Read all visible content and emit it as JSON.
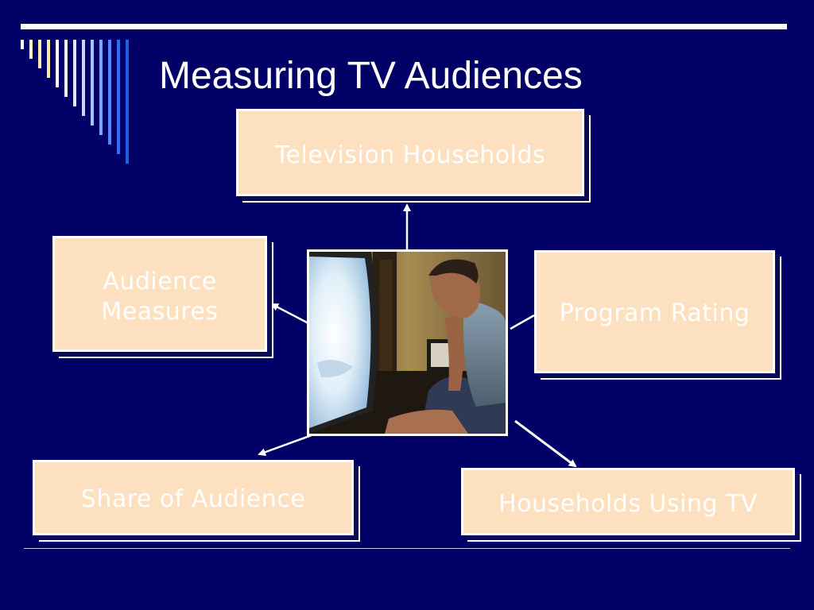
{
  "slide": {
    "title": "Measuring TV Audiences"
  },
  "diagram": {
    "center_image": "person-watching-tv-photo",
    "nodes": [
      {
        "id": "tvh",
        "label": "Television Households"
      },
      {
        "id": "am",
        "label_lines": [
          "Audience",
          "Measures"
        ]
      },
      {
        "id": "pr",
        "label": "Program Rating"
      },
      {
        "id": "soa",
        "label": "Share of Audience"
      },
      {
        "id": "hut",
        "label": "Households Using TV"
      }
    ]
  },
  "colors": {
    "background": "#000066",
    "box_fill": "#fde0c0",
    "text": "#ffffff"
  }
}
